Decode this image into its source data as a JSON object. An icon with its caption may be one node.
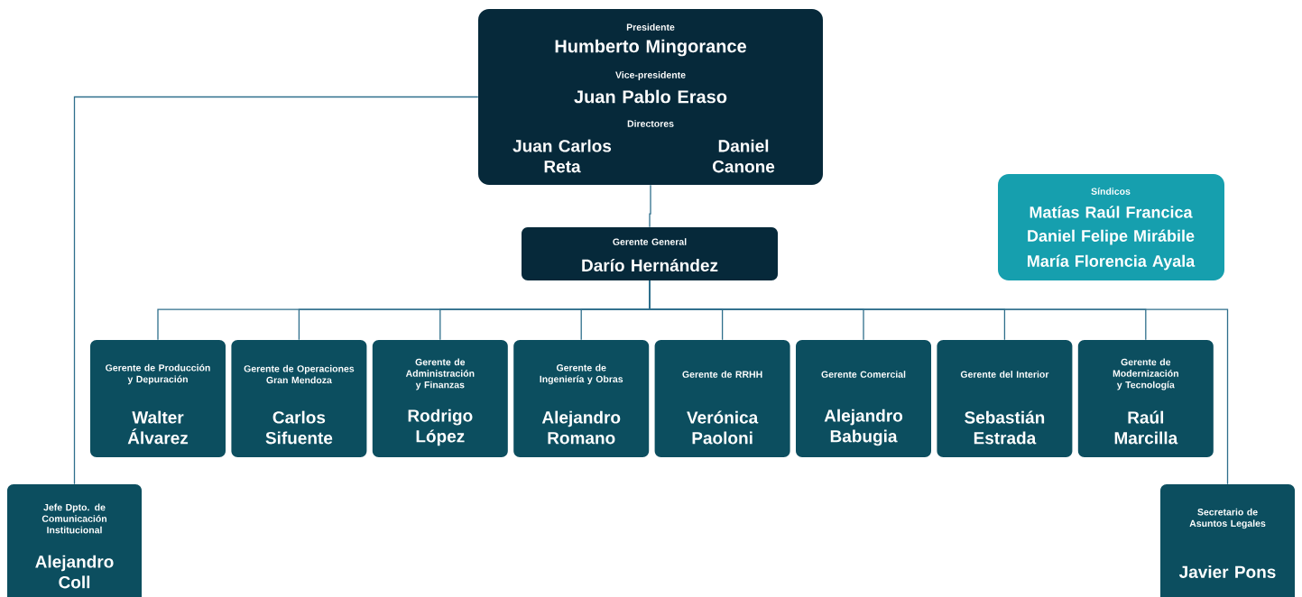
{
  "diagram": {
    "nodes": [
      {
        "text": [
          "Presidente",
          "Humberto Mingorance",
          "Vice-presidente",
          "Juan Pablo Eraso",
          "Directores",
          "Juan Carlos Reta",
          "Daniel Canone"
        ]
      },
      {
        "text": [
          "Síndicos",
          "Matías Raúl Francica",
          "Daniel Felipe Mirábile",
          "María Florencia Ayala"
        ]
      },
      {
        "text": [
          "Gerente General",
          "Darío Hernández"
        ]
      },
      {
        "text": [
          "Gerente de Producción y Depuración",
          "Walter Álvarez"
        ]
      },
      {
        "text": [
          "Gerente de Operaciones Gran Mendoza",
          "Carlos Sifuente"
        ]
      },
      {
        "text": [
          "Gerente de Administración y Finanzas",
          "Rodrigo López"
        ]
      },
      {
        "text": [
          "Gerente de Ingeniería y Obras",
          "Alejandro Romano"
        ]
      },
      {
        "text": [
          "Gerente de RRHH",
          "Verónica Paoloni"
        ]
      },
      {
        "text": [
          "Gerente Comercial",
          "Alejandro Babugia"
        ]
      },
      {
        "text": [
          "Gerente del Interior",
          "Sebastián Estrada"
        ]
      },
      {
        "text": [
          "Gerente de Modernización y Tecnología",
          "Raúl Marcilla"
        ]
      },
      {
        "text": [
          "Jefe Dpto. de Comunicación Institucional",
          "Alejandro Coll"
        ]
      },
      {
        "text": [
          "Secretario de Asuntos Legales",
          "Javier Pons"
        ]
      }
    ],
    "edges": [
      {
        "from": 0,
        "to": 2,
        "arrow": "none"
      },
      {
        "from": 2,
        "to": 3,
        "arrow": "none"
      },
      {
        "from": 2,
        "to": 4,
        "arrow": "none"
      },
      {
        "from": 2,
        "to": 5,
        "arrow": "none"
      },
      {
        "from": 2,
        "to": 6,
        "arrow": "none"
      },
      {
        "from": 2,
        "to": 7,
        "arrow": "none"
      },
      {
        "from": 2,
        "to": 8,
        "arrow": "none"
      },
      {
        "from": 2,
        "to": 9,
        "arrow": "none"
      },
      {
        "from": 2,
        "to": 10,
        "arrow": "none"
      },
      {
        "from": 2,
        "to": 12,
        "arrow": "none"
      },
      {
        "from": 0,
        "to": 11,
        "arrow": "none"
      }
    ]
  }
}
